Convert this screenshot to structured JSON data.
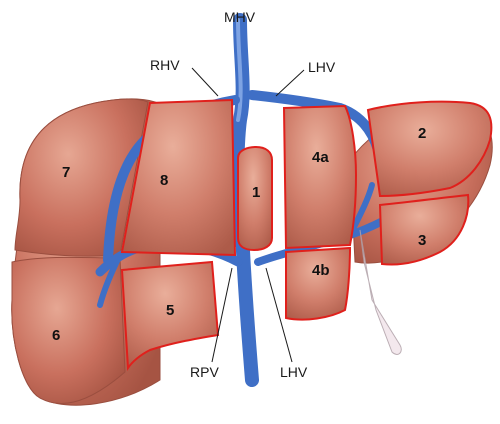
{
  "labels": {
    "mhv": "MHV",
    "rhv": "RHV",
    "lhv_top": "LHV",
    "rpv": "RPV",
    "lhv_bottom": "LHV"
  },
  "segments": {
    "s1": "1",
    "s2": "2",
    "s3": "3",
    "s4a": "4a",
    "s4b": "4b",
    "s5": "5",
    "s6": "6",
    "s7": "7",
    "s8": "8"
  },
  "colors": {
    "liver": "#c9705e",
    "liver_light": "#e0a08e",
    "liver_dark": "#a85644",
    "outline": "#e0201c",
    "vessel": "#3f6fc6",
    "vessel_light": "#7ea3e3"
  }
}
